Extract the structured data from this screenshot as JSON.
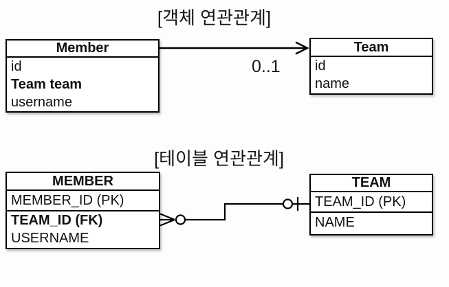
{
  "object_diagram": {
    "title": "[객체 연관관계]",
    "member": {
      "title": "Member",
      "fields": [
        "id",
        "Team team",
        "username"
      ]
    },
    "team": {
      "title": "Team",
      "fields": [
        "id",
        "name"
      ]
    },
    "association": {
      "cardinality": "0..1",
      "direction": "Member to Team",
      "arrow_style": "open-arrowhead"
    }
  },
  "table_diagram": {
    "title": "[테이블 연관관계]",
    "member": {
      "title": "MEMBER",
      "fields": [
        "MEMBER_ID (PK)",
        "TEAM_ID (FK)",
        "USERNAME"
      ]
    },
    "team": {
      "title": "TEAM",
      "fields": [
        "TEAM_ID (PK)",
        "NAME"
      ]
    },
    "relationship": {
      "member_end": "zero-or-many (crow's foot with circle)",
      "team_end": "zero-or-one (circle with bar)"
    }
  },
  "colors": {
    "line": "#000000",
    "box_border": "#000000",
    "box_fill": "#ffffff",
    "background": "#fdfdfd",
    "text": "#111111"
  }
}
